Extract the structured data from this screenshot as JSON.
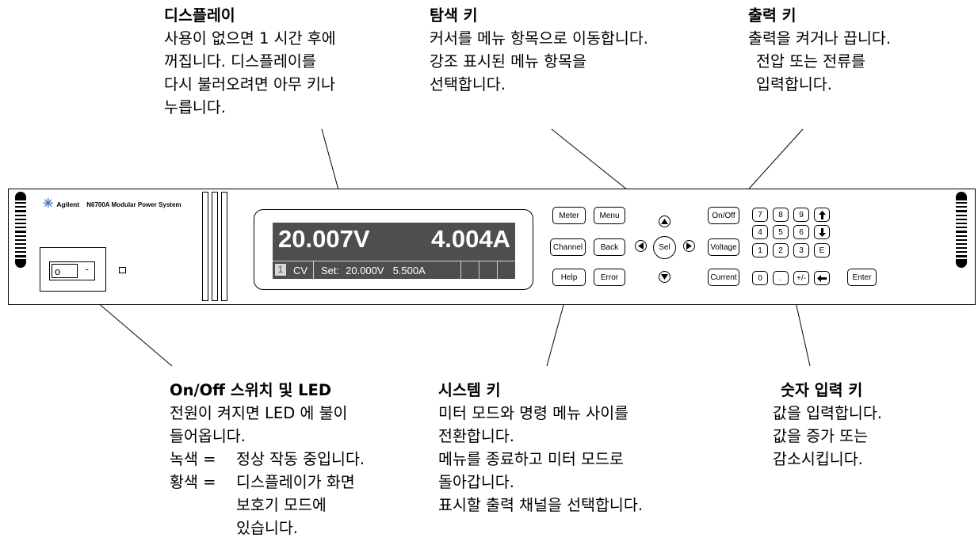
{
  "callouts": {
    "display": {
      "title": "디스플레이",
      "lines": [
        "사용이 없으면 1 시간 후에",
        "꺼집니다. 디스플레이를",
        "다시 불러오려면 아무 키나",
        "누릅니다."
      ]
    },
    "navigation": {
      "title": "탐색 키",
      "lines": [
        "커서를 메뉴 항목으로 이동합니다.",
        "강조 표시된 메뉴 항목을",
        "선택합니다."
      ]
    },
    "output": {
      "title": "출력 키",
      "lines": [
        "출력을 켜거나 끕니다.",
        "전압 또는 전류를",
        "입력합니다."
      ]
    },
    "onoff": {
      "title": "On/Off 스위치 및 LED",
      "lines": [
        "전원이 켜지면 LED 에 불이",
        "들어옵니다."
      ],
      "green_label": "녹색 =",
      "green_text": "정상 작동 중입니다.",
      "yellow_label": "황색 =",
      "yellow_lines": [
        "디스플레이가 화면",
        "보호기 모드에",
        "있습니다."
      ]
    },
    "system": {
      "title": "시스템 키",
      "lines": [
        "미터 모드와 명령 메뉴 사이를",
        "전환합니다.",
        "메뉴를 종료하고 미터 모드로",
        "돌아갑니다.",
        "표시할 출력 채널을 선택합니다."
      ]
    },
    "numeric": {
      "title": "숫자 입력 키",
      "lines": [
        "값을 입력합니다.",
        "값을 증가 또는",
        "감소시킵니다."
      ]
    }
  },
  "instrument": {
    "brand": "Agilent",
    "model": "N6700A Modular Power System",
    "switch_on": "o",
    "switch_off": "-",
    "display": {
      "voltage": "20.007V",
      "current": "4.004A",
      "channel": "1",
      "mode": "CV",
      "set_label": "Set:",
      "set_voltage": "20.000V",
      "set_current": "5.500A"
    },
    "keys": {
      "meter": "Meter",
      "menu": "Menu",
      "channel": "Channel",
      "back": "Back",
      "help": "Help",
      "error": "Error",
      "sel": "Sel",
      "onoff": "On/Off",
      "voltage": "Voltage",
      "current": "Current",
      "k7": "7",
      "k8": "8",
      "k9": "9",
      "k4": "4",
      "k5": "5",
      "k6": "6",
      "k1": "1",
      "k2": "2",
      "k3": "3",
      "e": "E",
      "k0": "0",
      "dot": ".",
      "plusminus": "+/-",
      "enter": "Enter"
    },
    "icons": [
      "up-arrow-icon",
      "down-arrow-icon",
      "left-arrow-icon",
      "right-arrow-icon",
      "backspace-arrow-icon",
      "agilent-spark-icon"
    ]
  }
}
